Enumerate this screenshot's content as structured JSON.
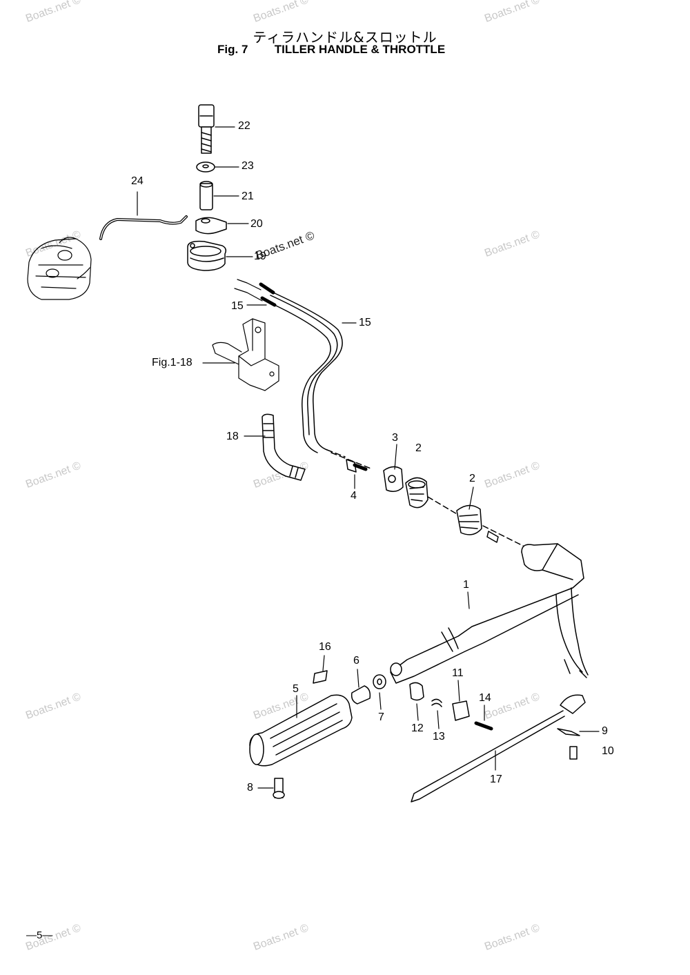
{
  "title": {
    "jp": "ティラハンドル&スロットル",
    "fig": "Fig. 7",
    "name": "TILLER HANDLE & THROTTLE"
  },
  "callouts": {
    "p1": "1",
    "p2a": "2",
    "p2b": "2",
    "p3": "3",
    "p4": "4",
    "p5": "5",
    "p6": "6",
    "p7": "7",
    "p8": "8",
    "p9": "9",
    "p10": "10",
    "p11": "11",
    "p12": "12",
    "p13": "13",
    "p14": "14",
    "p15a": "15",
    "p15b": "15",
    "p16": "16",
    "p17": "17",
    "p18": "18",
    "p19": "19",
    "p20": "20",
    "p21": "21",
    "p22": "22",
    "p23": "23",
    "p24": "24",
    "fig_ref": "Fig.1-18"
  },
  "watermark": "Boats.net ©",
  "watermark_center": "Boats.net ©",
  "page_number": "—5—"
}
